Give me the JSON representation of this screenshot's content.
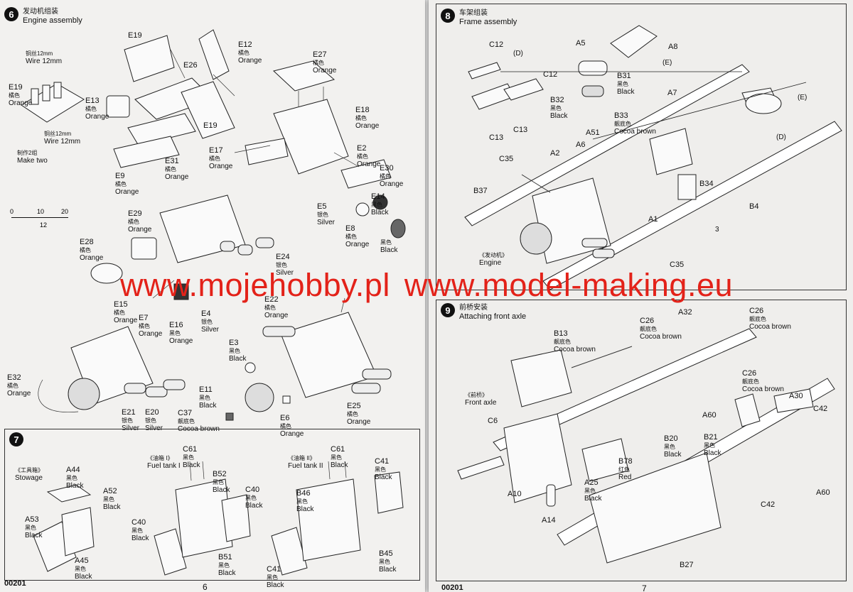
{
  "left_page": {
    "code": "00201",
    "number": "6",
    "step6": {
      "num": "6",
      "title_cn": "发动机组装",
      "title_en": "Engine assembly"
    },
    "scale": {
      "ticks": [
        "0",
        "10",
        "20"
      ],
      "measure": "12"
    },
    "step6_labels": [
      {
        "part": "E19",
        "cn": "",
        "en": ""
      },
      {
        "part": "E12",
        "cn": "橘色",
        "en": "Orange"
      },
      {
        "part": "E26",
        "cn": "",
        "en": ""
      },
      {
        "part": "E27",
        "cn": "橘色",
        "en": "Orange"
      },
      {
        "part": "",
        "cn": "铜丝12mm",
        "en": "Wire 12mm"
      },
      {
        "part": "E19",
        "cn": "橘色",
        "en": "Orange"
      },
      {
        "part": "E13",
        "cn": "橘色",
        "en": "Orange"
      },
      {
        "part": "E19",
        "cn": "",
        "en": ""
      },
      {
        "part": "",
        "cn": "铜丝12mm",
        "en": "Wire 12mm"
      },
      {
        "part": "",
        "cn": "制作2组",
        "en": "Make two"
      },
      {
        "part": "E18",
        "cn": "橘色",
        "en": "Orange"
      },
      {
        "part": "E17",
        "cn": "橘色",
        "en": "Orange"
      },
      {
        "part": "E31",
        "cn": "橘色",
        "en": "Orange"
      },
      {
        "part": "E2",
        "cn": "橘色",
        "en": "Orange"
      },
      {
        "part": "E9",
        "cn": "橘色",
        "en": "Orange"
      },
      {
        "part": "E30",
        "cn": "橘色",
        "en": "Orange"
      },
      {
        "part": "E14",
        "cn": "黑色",
        "en": "Black"
      },
      {
        "part": "E29",
        "cn": "橘色",
        "en": "Orange"
      },
      {
        "part": "E5",
        "cn": "银色",
        "en": "Silver"
      },
      {
        "part": "E8",
        "cn": "橘色",
        "en": "Orange"
      },
      {
        "part": "E28",
        "cn": "橘色",
        "en": "Orange"
      },
      {
        "part": "",
        "cn": "黑色",
        "en": "Black"
      },
      {
        "part": "E24",
        "cn": "银色",
        "en": "Silver"
      },
      {
        "part": "E15",
        "cn": "橘色",
        "en": "Orange"
      },
      {
        "part": "E7",
        "cn": "橘色",
        "en": "Orange"
      },
      {
        "part": "E16",
        "cn": "黑色",
        "en": "Orange"
      },
      {
        "part": "E4",
        "cn": "银色",
        "en": "Silver"
      },
      {
        "part": "E22",
        "cn": "橘色",
        "en": "Orange"
      },
      {
        "part": "E3",
        "cn": "黑色",
        "en": "Black"
      },
      {
        "part": "E32",
        "cn": "橘色",
        "en": "Orange"
      },
      {
        "part": "E11",
        "cn": "黑色",
        "en": "Black"
      },
      {
        "part": "E21",
        "cn": "银色",
        "en": "Silver"
      },
      {
        "part": "E20",
        "cn": "银色",
        "en": "Silver"
      },
      {
        "part": "C37",
        "cn": "靓底色",
        "en": "Cocoa brown"
      },
      {
        "part": "E6",
        "cn": "橘色",
        "en": "Orange"
      },
      {
        "part": "E25",
        "cn": "橘色",
        "en": "Orange"
      }
    ],
    "step7": {
      "num": "7"
    },
    "step7_labels": [
      {
        "part": "",
        "cn": "《工具箱》",
        "en": "Stowage"
      },
      {
        "part": "A44",
        "cn": "黑色",
        "en": "Black"
      },
      {
        "part": "A52",
        "cn": "黑色",
        "en": "Black"
      },
      {
        "part": "A53",
        "cn": "黑色",
        "en": "Black"
      },
      {
        "part": "A45",
        "cn": "黑色",
        "en": "Black"
      },
      {
        "part": "",
        "cn": "《油箱 I》",
        "en": "Fuel tank I"
      },
      {
        "part": "C61",
        "cn": "黑色",
        "en": "Black"
      },
      {
        "part": "B52",
        "cn": "黑色",
        "en": "Black"
      },
      {
        "part": "C40",
        "cn": "黑色",
        "en": "Black"
      },
      {
        "part": "C40",
        "cn": "黑色",
        "en": "Black"
      },
      {
        "part": "B51",
        "cn": "黑色",
        "en": "Black"
      },
      {
        "part": "",
        "cn": "《油箱 II》",
        "en": "Fuel tank II"
      },
      {
        "part": "C61",
        "cn": "黑色",
        "en": "Black"
      },
      {
        "part": "C41",
        "cn": "黑色",
        "en": "Black"
      },
      {
        "part": "B46",
        "cn": "黑色",
        "en": "Black"
      },
      {
        "part": "C41",
        "cn": "黑色",
        "en": "Black"
      },
      {
        "part": "B45",
        "cn": "黑色",
        "en": "Black"
      }
    ]
  },
  "right_page": {
    "code": "00201",
    "number": "7",
    "step8": {
      "num": "8",
      "title_cn": "车架组装",
      "title_en": "Frame assembly"
    },
    "step8_labels": [
      {
        "part": "C12",
        "cn": "",
        "en": ""
      },
      {
        "part": "",
        "cn": "",
        "en": "(D)"
      },
      {
        "part": "A5",
        "cn": "",
        "en": ""
      },
      {
        "part": "A8",
        "cn": "",
        "en": ""
      },
      {
        "part": "C12",
        "cn": "",
        "en": ""
      },
      {
        "part": "",
        "cn": "",
        "en": "(E)"
      },
      {
        "part": "B31",
        "cn": "黑色",
        "en": "Black"
      },
      {
        "part": "B32",
        "cn": "黑色",
        "en": "Black"
      },
      {
        "part": "A7",
        "cn": "",
        "en": ""
      },
      {
        "part": "",
        "cn": "",
        "en": "(E)"
      },
      {
        "part": "B33",
        "cn": "靓底色",
        "en": "Cocoa brown"
      },
      {
        "part": "C13",
        "cn": "",
        "en": ""
      },
      {
        "part": "C13",
        "cn": "",
        "en": ""
      },
      {
        "part": "A51",
        "cn": "",
        "en": ""
      },
      {
        "part": "",
        "cn": "",
        "en": "(D)"
      },
      {
        "part": "A6",
        "cn": "",
        "en": ""
      },
      {
        "part": "C35",
        "cn": "",
        "en": ""
      },
      {
        "part": "A2",
        "cn": "",
        "en": ""
      },
      {
        "part": "B34",
        "cn": "",
        "en": ""
      },
      {
        "part": "B37",
        "cn": "",
        "en": ""
      },
      {
        "part": "B4",
        "cn": "",
        "en": ""
      },
      {
        "part": "A1",
        "cn": "",
        "en": ""
      },
      {
        "part": "",
        "cn": "",
        "en": "3"
      },
      {
        "part": "",
        "cn": "《发动机》",
        "en": "Engine"
      },
      {
        "part": "C35",
        "cn": "",
        "en": ""
      }
    ],
    "step9": {
      "num": "9",
      "title_cn": "前桥安装",
      "title_en": "Attaching front axle"
    },
    "step9_labels": [
      {
        "part": "A32",
        "cn": "",
        "en": ""
      },
      {
        "part": "C26",
        "cn": "靓底色",
        "en": "Cocoa brown"
      },
      {
        "part": "B13",
        "cn": "靓底色",
        "en": "Cocoa brown"
      },
      {
        "part": "C26",
        "cn": "靓底色",
        "en": "Cocoa brown"
      },
      {
        "part": "C26",
        "cn": "靓底色",
        "en": "Cocoa brown"
      },
      {
        "part": "",
        "cn": "《前桥》",
        "en": "Front axle"
      },
      {
        "part": "A30",
        "cn": "",
        "en": ""
      },
      {
        "part": "C6",
        "cn": "",
        "en": ""
      },
      {
        "part": "A60",
        "cn": "",
        "en": ""
      },
      {
        "part": "C42",
        "cn": "",
        "en": ""
      },
      {
        "part": "B20",
        "cn": "黑色",
        "en": "Black"
      },
      {
        "part": "B21",
        "cn": "黑色",
        "en": "Black"
      },
      {
        "part": "B78",
        "cn": "红色",
        "en": "Red"
      },
      {
        "part": "A25",
        "cn": "黑色",
        "en": "Black"
      },
      {
        "part": "A10",
        "cn": "",
        "en": ""
      },
      {
        "part": "A60",
        "cn": "",
        "en": ""
      },
      {
        "part": "C42",
        "cn": "",
        "en": ""
      },
      {
        "part": "A14",
        "cn": "",
        "en": ""
      },
      {
        "part": "B27",
        "cn": "",
        "en": ""
      }
    ]
  },
  "watermark": {
    "text_left": "www.mojehobby.pl",
    "text_right": "www.model-making.eu",
    "color": "#e32219"
  }
}
